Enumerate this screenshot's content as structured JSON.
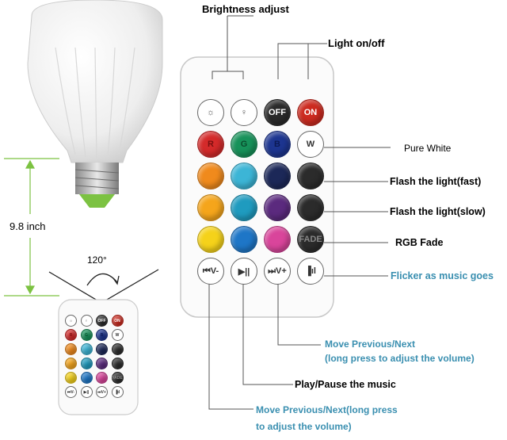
{
  "labels": {
    "brightness": "Brightness adjust",
    "light_onoff": "Light on/off",
    "pure_white": "Pure White",
    "flash_fast": "Flash the light(fast)",
    "flash_slow": "Flash the light(slow)",
    "rgb_fade": "RGB Fade",
    "flicker": "Flicker as music goes",
    "move_next_1": "Move Previous/Next",
    "move_next_2": "(long press to adjust the volume)",
    "play_pause": "Play/Pause the music",
    "move_prev_1": "Move Previous/Next(long press",
    "move_prev_2": "to adjust the volume)"
  },
  "dimension": {
    "height": "9.8 inch",
    "angle": "120°"
  },
  "remote": {
    "rows": [
      [
        {
          "name": "brightness-down-button",
          "color": "#ffffff",
          "label": "☼",
          "text": "#555"
        },
        {
          "name": "brightness-up-button",
          "color": "#ffffff",
          "label": "♀",
          "text": "#555"
        },
        {
          "name": "off-button",
          "color": "#2a2a2a",
          "label": "OFF",
          "text": "#ffffff"
        },
        {
          "name": "on-button",
          "color": "#cc2a1f",
          "label": "ON",
          "text": "#ffffff"
        }
      ],
      [
        {
          "name": "red-button",
          "color": "#d42a2a",
          "label": "R",
          "text": "#7a1010"
        },
        {
          "name": "green-button",
          "color": "#17925a",
          "label": "G",
          "text": "#0a4d2e"
        },
        {
          "name": "blue-button",
          "color": "#1d3590",
          "label": "B",
          "text": "#0c1a55"
        },
        {
          "name": "white-button",
          "color": "#ffffff",
          "label": "W",
          "text": "#333"
        }
      ],
      [
        {
          "name": "orange-button",
          "color": "#f08a1c",
          "label": "",
          "text": "#fff"
        },
        {
          "name": "cyan-button",
          "color": "#3cb5d6",
          "label": "",
          "text": "#fff"
        },
        {
          "name": "navy-button",
          "color": "#1c2858",
          "label": "",
          "text": "#fff"
        },
        {
          "name": "flash-fast-button",
          "color": "#2b2b2b",
          "label": "",
          "text": "#888"
        }
      ],
      [
        {
          "name": "amber-button",
          "color": "#f5a51b",
          "label": "",
          "text": "#fff"
        },
        {
          "name": "teal-button",
          "color": "#1f9bbf",
          "label": "",
          "text": "#fff"
        },
        {
          "name": "purple-button",
          "color": "#5b2a7e",
          "label": "",
          "text": "#fff"
        },
        {
          "name": "flash-slow-button",
          "color": "#2b2b2b",
          "label": "",
          "text": "#888"
        }
      ],
      [
        {
          "name": "yellow-button",
          "color": "#f5d21a",
          "label": "",
          "text": "#fff"
        },
        {
          "name": "sky-blue-button",
          "color": "#1e76c7",
          "label": "",
          "text": "#fff"
        },
        {
          "name": "pink-button",
          "color": "#d9459b",
          "label": "",
          "text": "#fff"
        },
        {
          "name": "fade-button",
          "color": "#2b2b2b",
          "label": "FADE",
          "text": "#888"
        }
      ],
      [
        {
          "name": "previous-button",
          "color": "#ffffff",
          "label": "⏮V-",
          "text": "#333"
        },
        {
          "name": "play-pause-button",
          "color": "#ffffff",
          "label": "▶||",
          "text": "#333"
        },
        {
          "name": "next-button",
          "color": "#ffffff",
          "label": "⏭V+",
          "text": "#333"
        },
        {
          "name": "music-mode-button",
          "color": "#ffffff",
          "label": "▐ıl",
          "text": "#333"
        }
      ]
    ]
  },
  "colors": {
    "accent_blue": "#3a8fb0",
    "dimension_green": "#7cc242"
  }
}
